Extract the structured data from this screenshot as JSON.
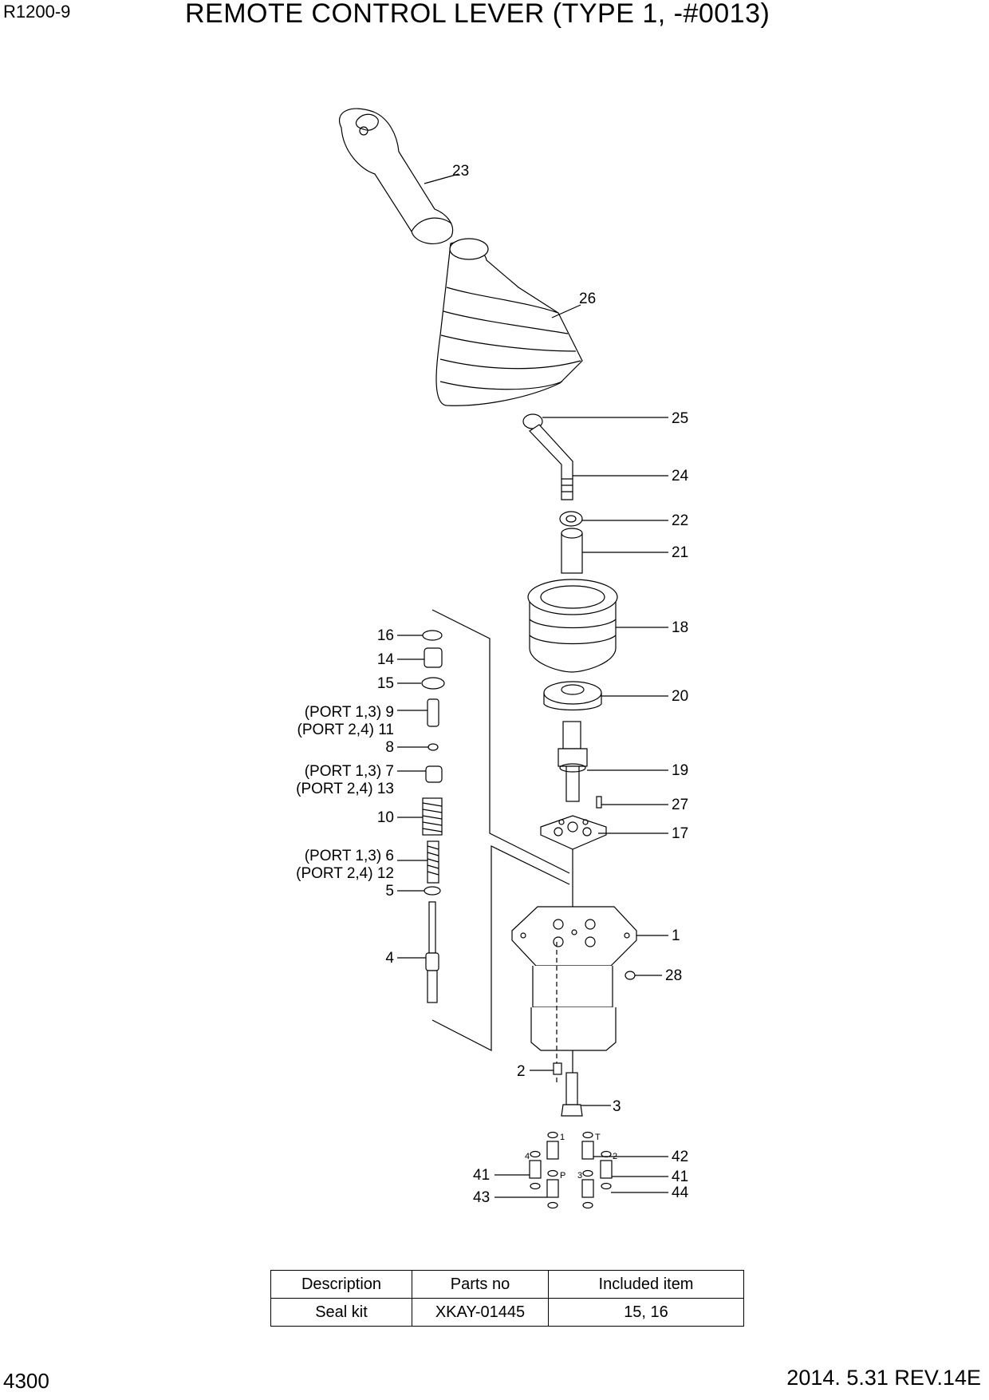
{
  "header": {
    "model": "R1200-9",
    "title": "REMOTE CONTROL LEVER (TYPE 1, -#0013)"
  },
  "footer": {
    "page_number": "4300",
    "revision": "2014. 5.31  REV.14E"
  },
  "callouts": {
    "c1": "1",
    "c2": "2",
    "c3": "3",
    "c4": "4",
    "c5": "5",
    "c6": "(PORT 1,3)  6",
    "c12": "(PORT 2,4) 12",
    "c7": "(PORT 1,3)  7",
    "c13": "(PORT 2,4) 13",
    "c8": "8",
    "c9": "(PORT 1,3)  9",
    "c11": "(PORT 2,4) 11",
    "c10": "10",
    "c14": "14",
    "c15": "15",
    "c16": "16",
    "c17": "17",
    "c18": "18",
    "c19": "19",
    "c20": "20",
    "c21": "21",
    "c22": "22",
    "c23": "23",
    "c24": "24",
    "c25": "25",
    "c26": "26",
    "c27": "27",
    "c28": "28",
    "c41a": "41",
    "c41b": "41",
    "c42": "42",
    "c43": "43",
    "c44": "44"
  },
  "port_marks": {
    "p1": "1",
    "pT": "T",
    "p4": "4",
    "p2": "2",
    "p3": "3",
    "pP": "P"
  },
  "kit_table": {
    "headers": {
      "description": "Description",
      "parts_no": "Parts no",
      "included": "Included item"
    },
    "row": {
      "description": "Seal kit",
      "parts_no": "XKAY-01445",
      "included": "15, 16"
    }
  }
}
